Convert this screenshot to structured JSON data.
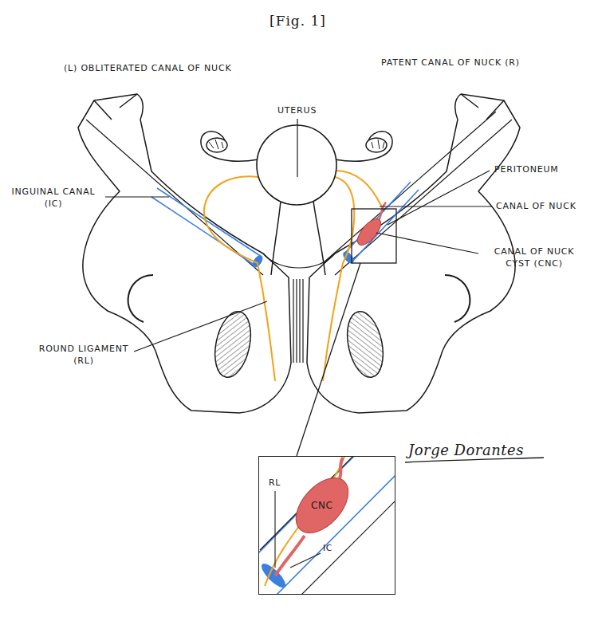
{
  "diagram": {
    "title": "[Fig. 1]",
    "nodes": [
      {
        "text": [
          "RL",
          "IC"
        ]
      },
      {
        "text": [
          "CNC"
        ],
        "in": 0
      }
    ],
    "labels": [
      "(L) OBLITERATED CANAL OF NUCK",
      "PATENT CANAL OF NUCK (R)",
      "UTERUS",
      "PERITONEUM",
      "CANAL OF NUCK",
      "CANAL OF NUCK CYST (CNC)",
      "INGUINAL CANAL (IC)",
      "ROUND LIGAMENT (RL)",
      "Jorge Dorantes"
    ]
  }
}
